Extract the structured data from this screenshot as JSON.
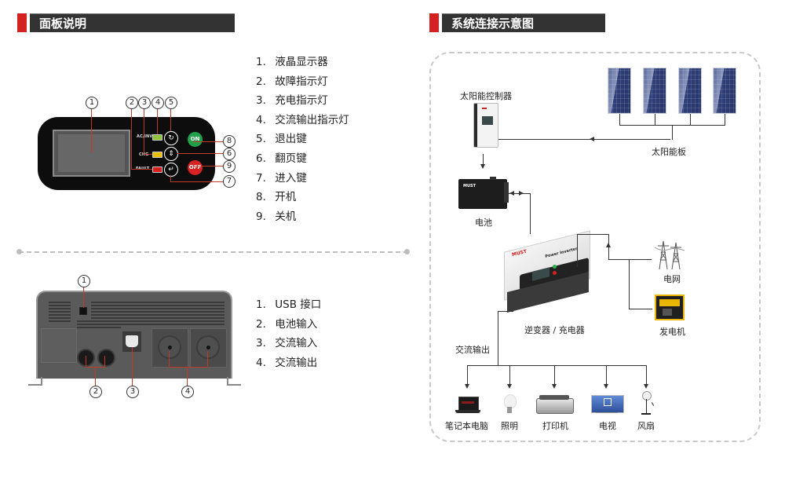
{
  "panel_section": {
    "title": "面板说明",
    "front_panel": {
      "led_labels": [
        "AC/INV",
        "CHG",
        "FAULT"
      ],
      "on_button": "ON",
      "off_button": "OFF",
      "callouts": [
        "1",
        "2",
        "3",
        "4",
        "5",
        "6",
        "7",
        "8",
        "9"
      ],
      "colors": {
        "ac_inv_led": "#8fc23a",
        "chg_led": "#e9c000",
        "fault_led": "#d62020",
        "on_button": "#22a04a",
        "off_button": "#d62222"
      }
    },
    "front_items": [
      {
        "num": "1.",
        "label": "液晶显示器"
      },
      {
        "num": "2.",
        "label": "故障指示灯"
      },
      {
        "num": "3.",
        "label": "充电指示灯"
      },
      {
        "num": "4.",
        "label": "交流输出指示灯"
      },
      {
        "num": "5.",
        "label": "退出键"
      },
      {
        "num": "6.",
        "label": "翻页键"
      },
      {
        "num": "7.",
        "label": "进入键"
      },
      {
        "num": "8.",
        "label": "开机"
      },
      {
        "num": "9.",
        "label": "关机"
      }
    ],
    "rear_panel": {
      "callouts": [
        "1",
        "2",
        "3",
        "4"
      ]
    },
    "rear_items": [
      {
        "num": "1.",
        "label": "USB 接口"
      },
      {
        "num": "2.",
        "label": "电池输入"
      },
      {
        "num": "3.",
        "label": "交流输入"
      },
      {
        "num": "4.",
        "label": "交流输出"
      }
    ]
  },
  "system_section": {
    "title": "系统连接示意图",
    "nodes": {
      "solar_controller": "太阳能控制器",
      "solar_panels": "太阳能板",
      "battery": "电池",
      "grid": "电网",
      "generator": "发电机",
      "inverter": "逆变器 / 充电器",
      "ac_output": "交流输出"
    },
    "inverter_device": {
      "brand": "MUST",
      "model_text": "Power Inverter"
    },
    "battery_device": {
      "brand": "MUST"
    },
    "loads": [
      {
        "label": "笔记本电脑",
        "icon": "laptop-icon"
      },
      {
        "label": "照明",
        "icon": "light-bulb-icon"
      },
      {
        "label": "打印机",
        "icon": "printer-icon"
      },
      {
        "label": "电视",
        "icon": "tv-icon"
      },
      {
        "label": "风扇",
        "icon": "fan-icon"
      }
    ],
    "solar_panel_count": 4
  }
}
